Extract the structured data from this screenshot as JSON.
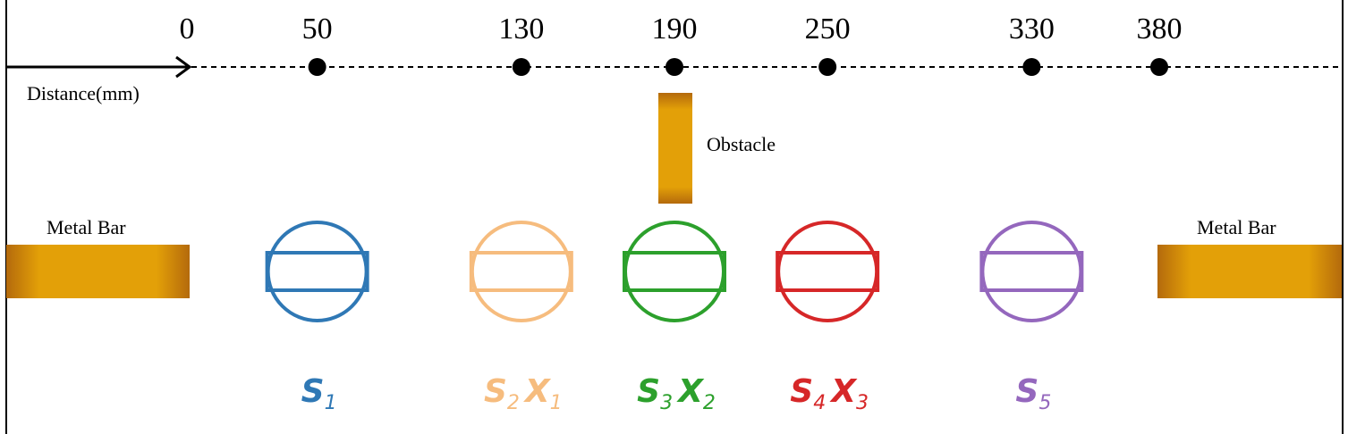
{
  "axis": {
    "label": "Distance(mm)",
    "ticks": [
      "0",
      "50",
      "130",
      "190",
      "250",
      "330",
      "380"
    ]
  },
  "obstacle": {
    "label": "Obstacle",
    "position_tick": "190"
  },
  "metal_bars": [
    {
      "label": "Metal Bar",
      "side": "left"
    },
    {
      "label": "Metal Bar",
      "side": "right"
    }
  ],
  "sensors": [
    {
      "tick": "50",
      "color": "#2f78b5",
      "parts": [
        [
          "S",
          "1"
        ]
      ]
    },
    {
      "tick": "130",
      "color": "#f6bc7e",
      "parts": [
        [
          "S",
          "2"
        ],
        [
          "X",
          "1"
        ]
      ]
    },
    {
      "tick": "190",
      "color": "#2ca02c",
      "parts": [
        [
          "S",
          "3"
        ],
        [
          "X",
          "2"
        ]
      ]
    },
    {
      "tick": "250",
      "color": "#d62728",
      "parts": [
        [
          "S",
          "4"
        ],
        [
          "X",
          "3"
        ]
      ]
    },
    {
      "tick": "330",
      "color": "#9467bd",
      "parts": [
        [
          "S",
          "5"
        ]
      ]
    }
  ],
  "colors": {
    "metal_light": "#e3a008",
    "metal_dark": "#b46a0c",
    "axis": "#000000"
  }
}
